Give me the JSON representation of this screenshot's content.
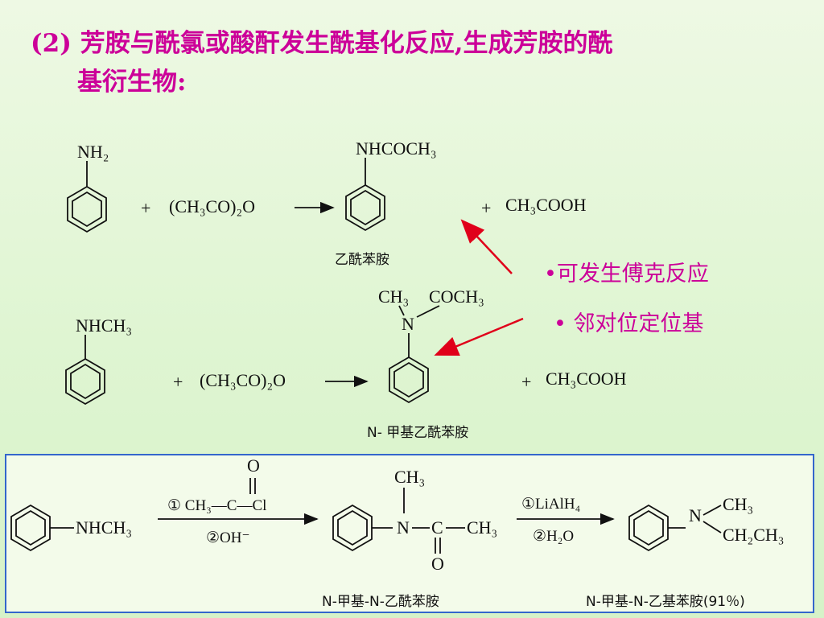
{
  "title": {
    "line1": "(2) 芳胺与酰氯或酸酐发生酰基化反应,生成芳胺的酰",
    "line2": "基衍生物:"
  },
  "notes": {
    "friedel_crafts": "•可发生傅克反应",
    "ortho_para": "• 邻对位定位基"
  },
  "reaction1": {
    "reactant_group": "NH₂",
    "plus1": "+",
    "reagent": "(CH₃CO)₂O",
    "product_group": "NHCOCH₃",
    "plus2": "+",
    "byproduct": "CH₃COOH",
    "product_name": "乙酰苯胺"
  },
  "reaction2": {
    "reactant_group": "NHCH₃",
    "plus1": "+",
    "reagent": "(CH₃CO)₂O",
    "product_left": "CH₃",
    "product_right": "COCH₃",
    "product_n": "N",
    "plus2": "+",
    "byproduct": "CH₃COOH",
    "product_name": "N- 甲基乙酰苯胺"
  },
  "reaction3": {
    "reactant": "NHCH₃",
    "step1_top_o": "O",
    "step1_reagent": "① CH₃—C—Cl",
    "step1_bottom": "②OH⁻",
    "intermediate_ch3": "CH₃",
    "intermediate_n": "N",
    "intermediate_c": "C",
    "intermediate_ch3_right": "CH₃",
    "intermediate_o": "O",
    "step2_top": "①LiAlH₄",
    "step2_bottom": "②H₂O",
    "product_n": "N",
    "product_ch3": "CH₃",
    "product_ch2ch3": "CH₂CH₃",
    "intermediate_name": "N-甲基-N-乙酰苯胺",
    "product_name": "N-甲基-N-乙基苯胺(91％)"
  },
  "colors": {
    "title": "#cc0099",
    "arrow": "#e0001a",
    "box_border": "#3366cc"
  }
}
